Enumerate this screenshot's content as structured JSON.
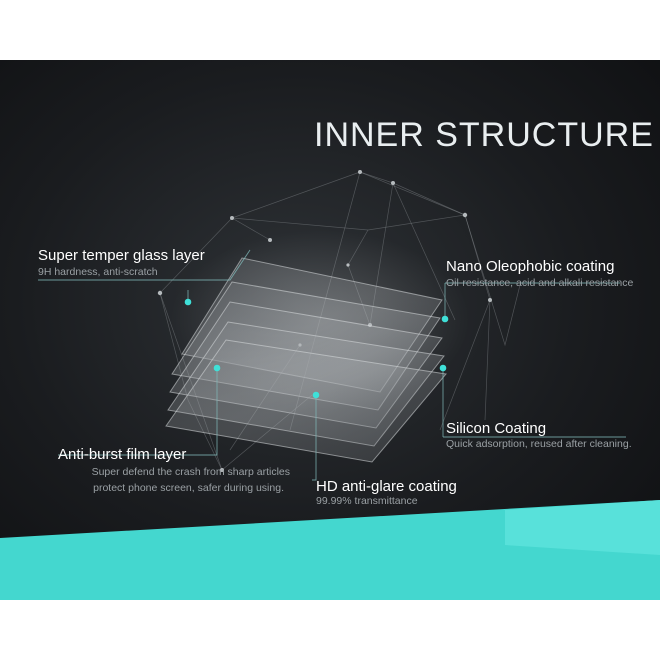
{
  "title": "INNER STRUCTURE",
  "colors": {
    "accent": "#3fe0d8",
    "background": "#1c1e21",
    "teal_band": "#44d7cf"
  },
  "layers": {
    "super_temper": {
      "title": "Super temper glass layer",
      "desc": "9H hardness, anti-scratch"
    },
    "nano_oleophobic": {
      "title": "Nano Oleophobic coating",
      "desc": "Oil-resistance, acid and alkali resistance"
    },
    "silicon": {
      "title": "Silicon Coating",
      "desc": "Quick adsorption, reused after cleaning."
    },
    "anti_burst": {
      "title": "Anti-burst film layer",
      "desc_line1": "Super defend the crash from sharp articles",
      "desc_line2": "protect phone screen, safer during using."
    },
    "hd_anti_glare": {
      "title": "HD anti-glare coating",
      "desc": "99.99% transmittance"
    }
  }
}
